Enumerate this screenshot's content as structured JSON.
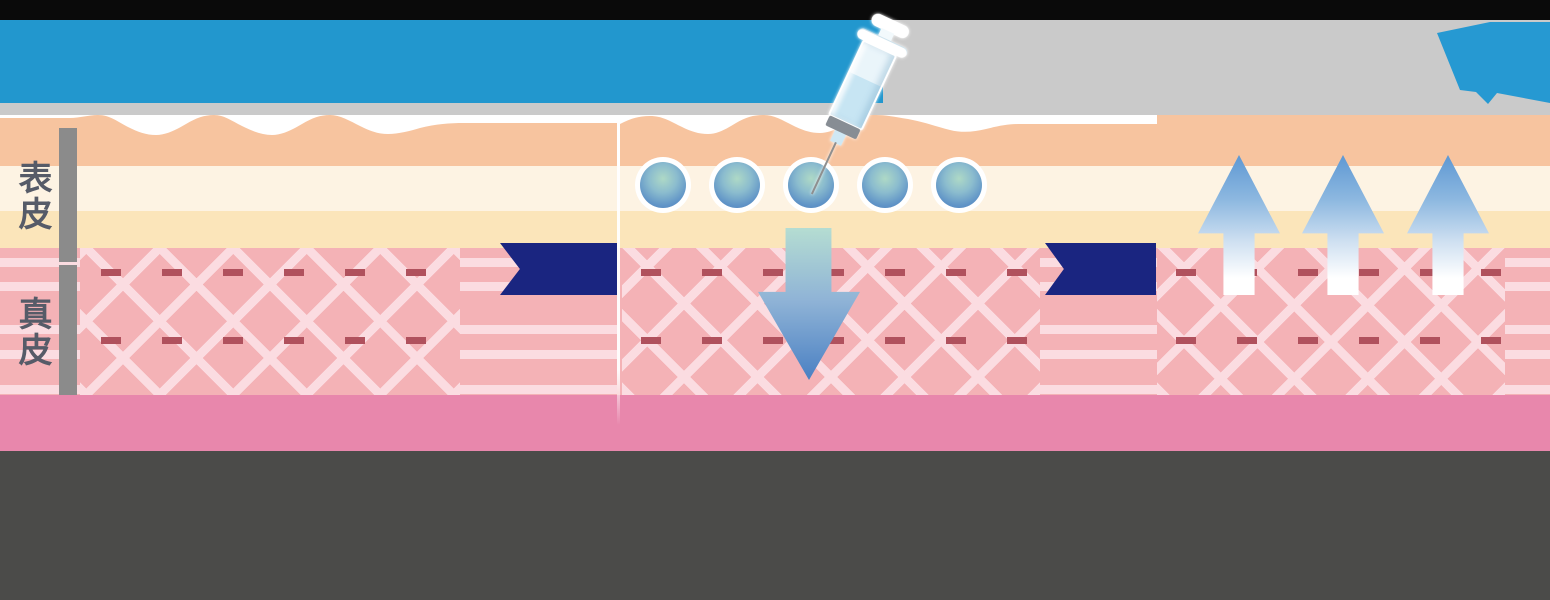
{
  "diagram": {
    "type": "skin-treatment-process-diagram",
    "language": "ja",
    "layer_labels": {
      "epidermis": "表皮",
      "dermis": "真皮"
    },
    "panels": [
      {
        "id": "panel-1",
        "content": "skin cross-section before treatment"
      },
      {
        "id": "panel-2",
        "content": "syringe injecting droplets beneath the surface, arrow pointing down into dermis"
      },
      {
        "id": "panel-3",
        "content": "upward arrows rising through the skin layers"
      }
    ],
    "icons": {
      "syringe": "syringe-icon",
      "droplets": {
        "count": 5
      },
      "down_arrow": {
        "count": 1
      },
      "up_arrows": {
        "count": 3
      },
      "step_chevrons": {
        "count": 2
      },
      "logo_shape": "top-right-blue-shape"
    },
    "colors": {
      "banner_blue": "#2297ce",
      "banner_gray": "#cacaca",
      "top_strip_black": "#0a0a0a",
      "bottom_area_dark": "#4b4b49",
      "skin_surface_peach": "#f7c49f",
      "skin_cream": "#fdf3e3",
      "skin_yellow": "#fbe5ba",
      "dermis_pink": "#f4b2b6",
      "dermis_lattice_pink": "#fbdce1",
      "fiber_dash_red": "#b0515d",
      "subcutis_pink": "#e887ac",
      "chevron_navy": "#1a2580",
      "logo_blue": "#2699d2",
      "label_text": "#565b68",
      "bracket_gray": "#8b8b8b",
      "divider_white": "#ffffff"
    }
  }
}
